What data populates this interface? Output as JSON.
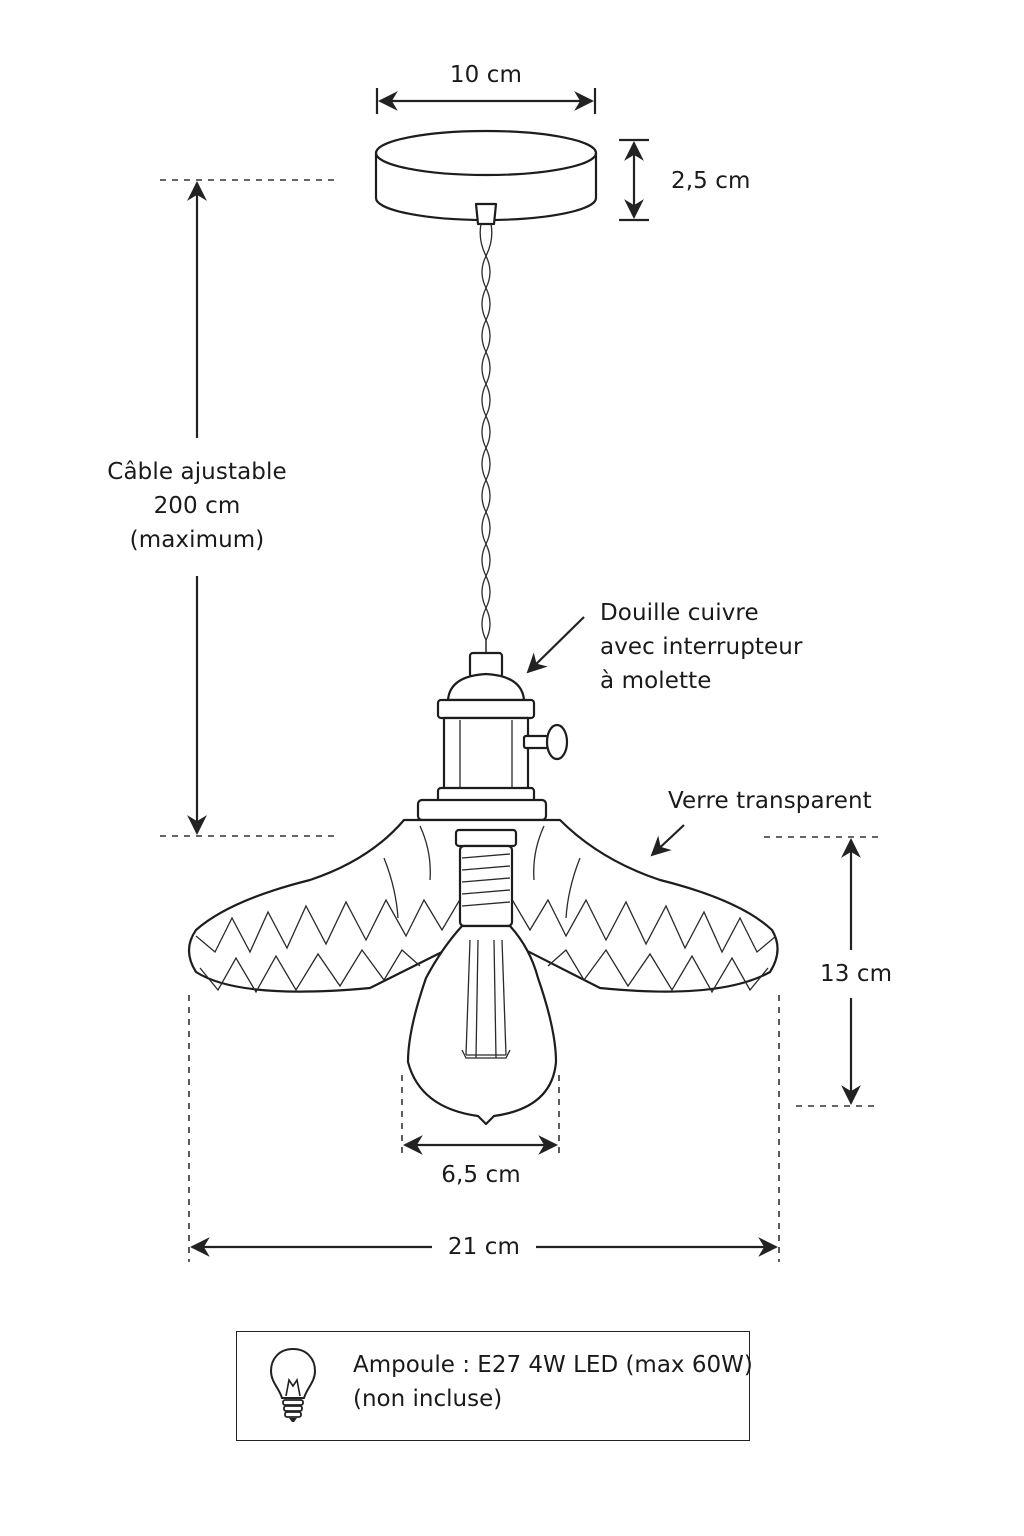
{
  "dimensions": {
    "canopy_width": "10 cm",
    "canopy_height": "2,5 cm",
    "cable": [
      "Câble ajustable",
      "200 cm",
      "(maximum)"
    ],
    "bulb_width": "6,5 cm",
    "shade_width": "21 cm",
    "shade_height": "13 cm"
  },
  "callouts": {
    "socket": [
      "Douille cuivre",
      "avec interrupteur",
      "à molette"
    ],
    "glass": "Verre transparent"
  },
  "bulb_info": {
    "icon": "light-bulb-icon",
    "line1": "Ampoule : E27 4W LED (max 60W)",
    "line2": "(non incluse)"
  }
}
